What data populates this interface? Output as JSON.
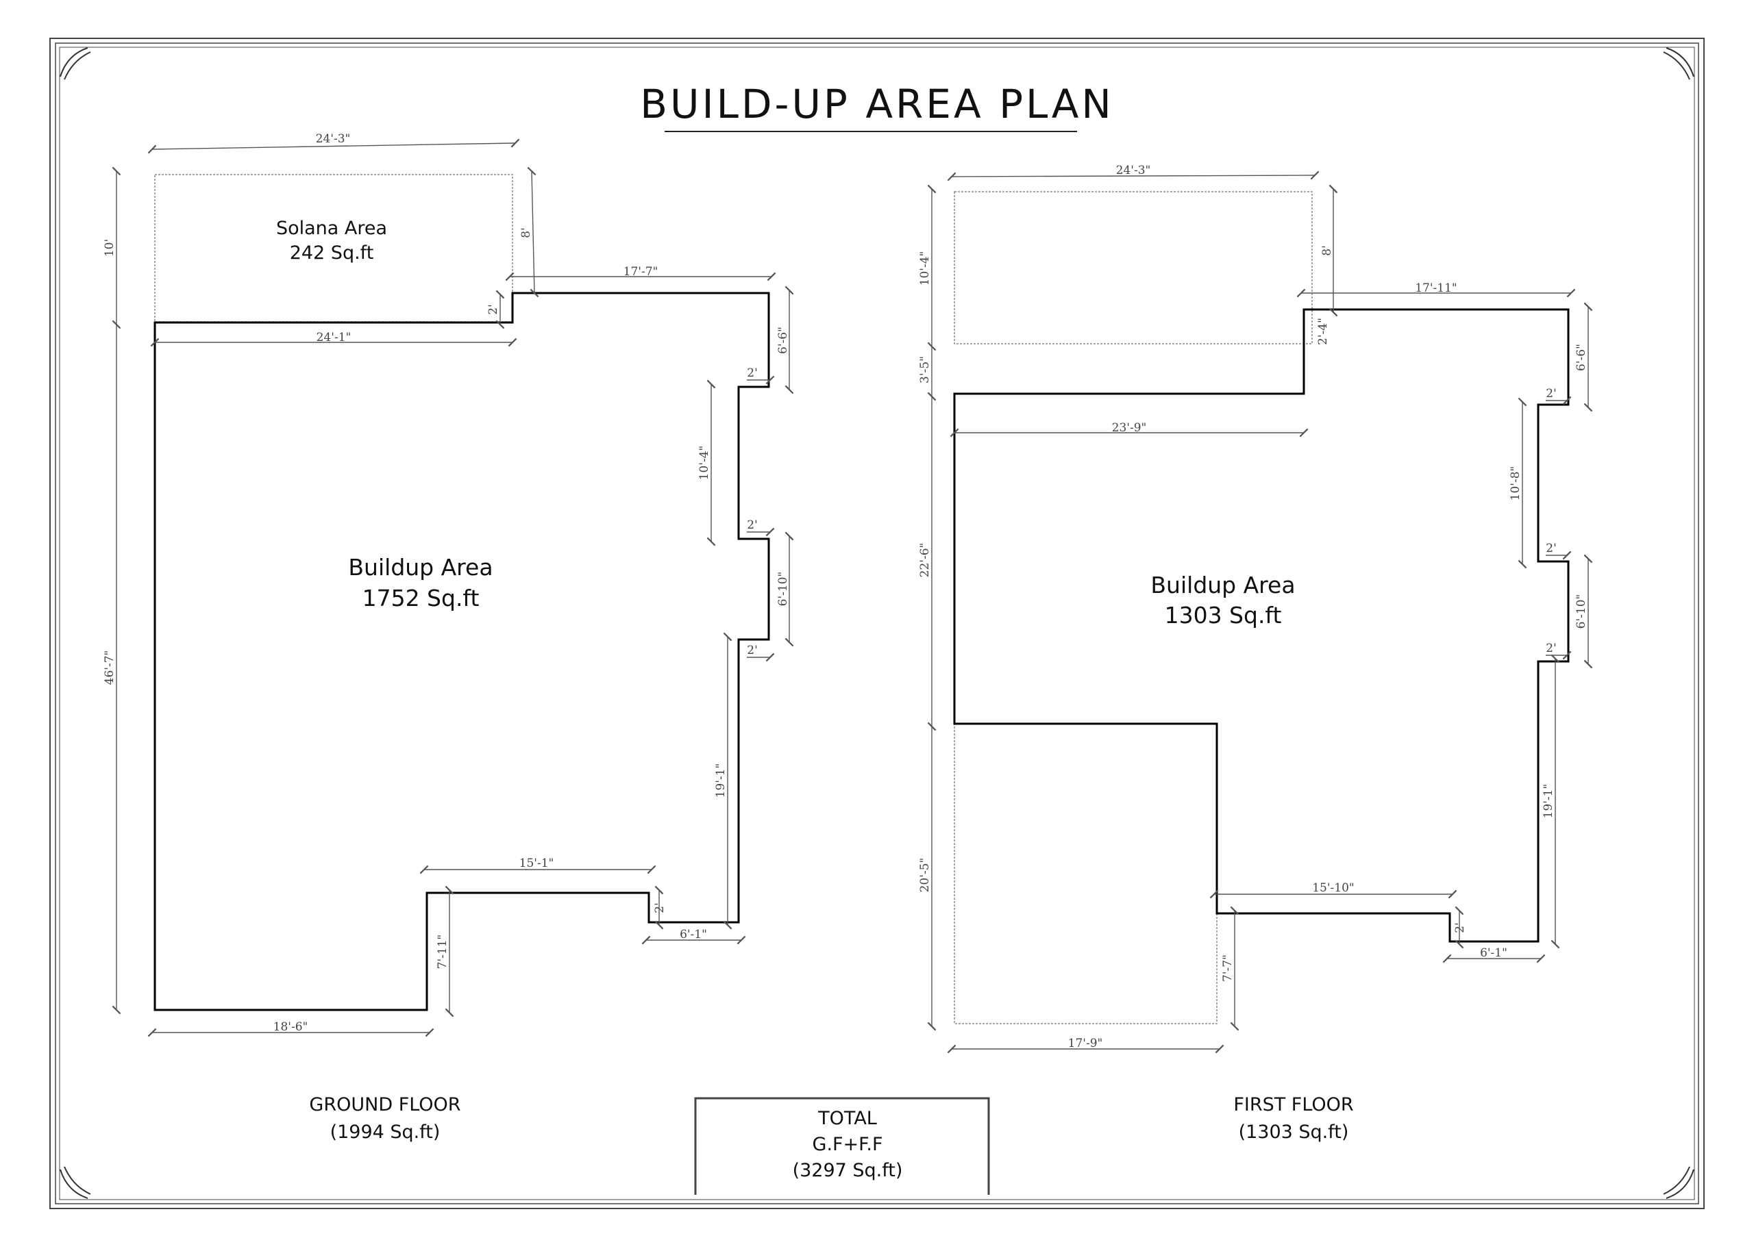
{
  "title": "BUILD-UP AREA PLAN",
  "ground_floor": {
    "solana_label": "Solana Area",
    "solana_area": "242 Sq.ft",
    "buildup_label": "Buildup Area",
    "buildup_area": "1752 Sq.ft",
    "caption": "GROUND FLOOR",
    "caption_area": "(1994 Sq.ft)",
    "dims": {
      "top_width": "24'-3\"",
      "left_top": "10'",
      "left_main": "46'-7\"",
      "solana_depth": "8'",
      "step_small_1": "2'",
      "right_top_width": "17'-7\"",
      "inner_width": "24'-1\"",
      "right_seg_1": "6'-6\"",
      "offset_1": "2'",
      "inner_seg_1": "10'-4\"",
      "offset_2": "2'",
      "right_seg_2": "6'-10\"",
      "offset_3": "2'",
      "inner_seg_2": "19'-1\"",
      "bottom_mid_width": "15'-1\"",
      "step_small_2": "2'",
      "bottom_right_width": "6'-1\"",
      "bottom_left_height": "7'-11\"",
      "bottom_width": "18'-6\""
    }
  },
  "first_floor": {
    "buildup_label": "Buildup Area",
    "buildup_area": "1303 Sq.ft",
    "caption": "FIRST FLOOR",
    "caption_area": "(1303 Sq.ft)",
    "dims": {
      "top_width": "24'-3\"",
      "left_top": "10'-4\"",
      "left_second": "3'-5\"",
      "left_mid": "22'-6\"",
      "left_bottom": "20'-5\"",
      "depth_top": "8'",
      "step_small_1": "2'-4\"",
      "right_top_width": "17'-11\"",
      "inner_width": "23'-9\"",
      "right_seg_1": "6'-6\"",
      "offset_1": "2'",
      "inner_seg_1": "10'-8\"",
      "offset_2": "2'",
      "right_seg_2": "6'-10\"",
      "offset_3": "2'",
      "inner_seg_2": "19'-1\"",
      "bottom_mid_width": "15'-10\"",
      "step_small_2": "2'",
      "bottom_right_width": "6'-1\"",
      "bottom_left_height": "7'-7\"",
      "bottom_width": "17'-9\""
    }
  },
  "total": {
    "line1": "TOTAL",
    "line2": "G.F+F.F",
    "line3": "(3297 Sq.ft)"
  }
}
